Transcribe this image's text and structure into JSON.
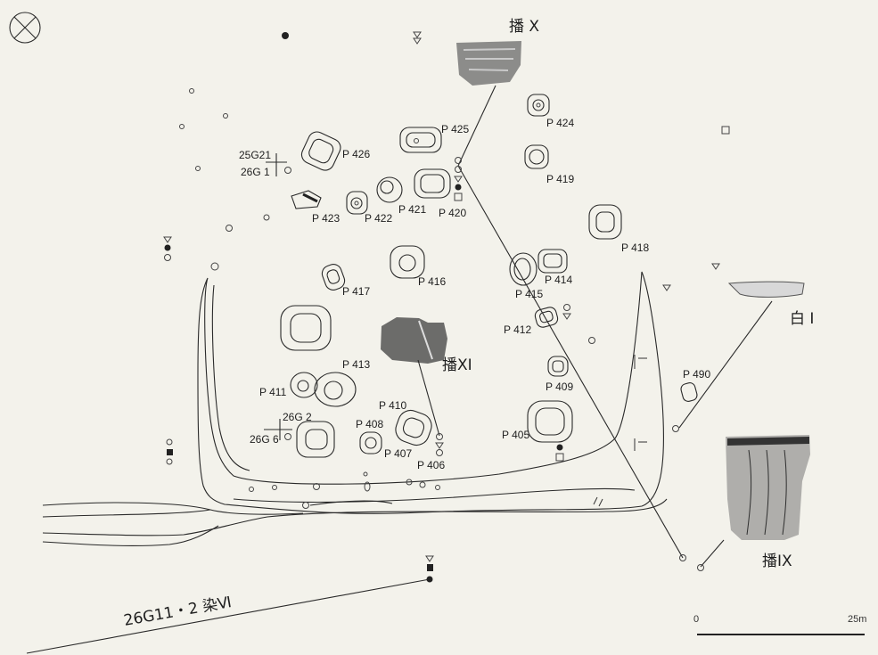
{
  "pits": [
    {
      "id": "p426",
      "label": "P 426"
    },
    {
      "id": "p425",
      "label": "P 425"
    },
    {
      "id": "p424",
      "label": "P 424"
    },
    {
      "id": "p423",
      "label": "P 423"
    },
    {
      "id": "p422",
      "label": "P 422"
    },
    {
      "id": "p421",
      "label": "P 421"
    },
    {
      "id": "p420",
      "label": "P 420"
    },
    {
      "id": "p419",
      "label": "P 419"
    },
    {
      "id": "p418",
      "label": "P 418"
    },
    {
      "id": "p417",
      "label": "P 417"
    },
    {
      "id": "p416",
      "label": "P 416"
    },
    {
      "id": "p415",
      "label": "P 415"
    },
    {
      "id": "p414",
      "label": "P 414"
    },
    {
      "id": "p413",
      "label": "P 413"
    },
    {
      "id": "p412",
      "label": "P 412"
    },
    {
      "id": "p411",
      "label": "P 411"
    },
    {
      "id": "p410",
      "label": "P 410"
    },
    {
      "id": "p409",
      "label": "P 409"
    },
    {
      "id": "p408",
      "label": "P 408"
    },
    {
      "id": "p407",
      "label": "P 407"
    },
    {
      "id": "p406",
      "label": "P 406"
    },
    {
      "id": "p405",
      "label": "P 405"
    },
    {
      "id": "p490",
      "label": "P 490"
    }
  ],
  "artifacts": {
    "x": "播 X",
    "xi": "播XI",
    "ix": "播IX",
    "shiro1": "白 I",
    "zome6": "26G11・2 染Ⅵ"
  },
  "grid_labels": {
    "g25_21": "25G21",
    "g26_1": "26G 1",
    "g26_2": "26G 2",
    "g26_6": "26G 6"
  },
  "scale": {
    "start": "0",
    "end": "25m"
  },
  "north_icon": "north-arrow-icon",
  "colors": {
    "ink": "#2a2a2a",
    "paper": "#f3f2eb",
    "shade": "#555555"
  }
}
